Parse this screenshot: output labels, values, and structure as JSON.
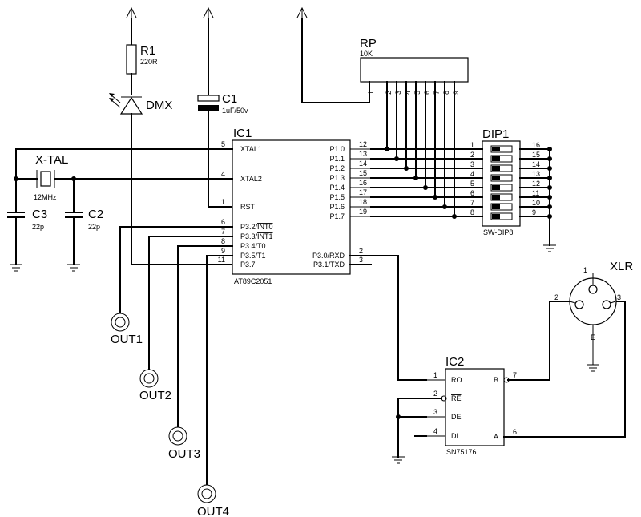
{
  "r1": {
    "ref": "R1",
    "value": "220R"
  },
  "c1": {
    "ref": "C1",
    "value": "1uF/50v"
  },
  "led": {
    "ref": "DMX"
  },
  "rp": {
    "ref": "RP",
    "value": "10K",
    "pins": [
      "1",
      "2",
      "3",
      "4",
      "5",
      "6",
      "7",
      "8",
      "9"
    ]
  },
  "xtal": {
    "ref": "X-TAL",
    "value": "12MHz"
  },
  "c3": {
    "ref": "C3",
    "value": "22p"
  },
  "c2": {
    "ref": "C2",
    "value": "22p"
  },
  "ic1": {
    "ref": "IC1",
    "part": "AT89C2051",
    "left_pins": [
      {
        "num": "5",
        "name": "XTAL1"
      },
      {
        "num": "4",
        "name": "XTAL2"
      },
      {
        "num": "1",
        "name": "RST"
      },
      {
        "num": "6",
        "name": "P3.2/INT0"
      },
      {
        "num": "7",
        "name": "P3.3/INT1"
      },
      {
        "num": "8",
        "name": "P3.4/T0"
      },
      {
        "num": "9",
        "name": "P3.5/T1"
      },
      {
        "num": "11",
        "name": "P3.7"
      }
    ],
    "right_pins": [
      {
        "num": "12",
        "name": "P1.0"
      },
      {
        "num": "13",
        "name": "P1.1"
      },
      {
        "num": "14",
        "name": "P1.2"
      },
      {
        "num": "15",
        "name": "P1.3"
      },
      {
        "num": "16",
        "name": "P1.4"
      },
      {
        "num": "17",
        "name": "P1.5"
      },
      {
        "num": "18",
        "name": "P1.6"
      },
      {
        "num": "19",
        "name": "P1.7"
      },
      {
        "num": "2",
        "name": "P3.0/RXD"
      },
      {
        "num": "3",
        "name": "P3.1/TXD"
      }
    ]
  },
  "dip1": {
    "ref": "DIP1",
    "part": "SW-DIP8",
    "left_pins": [
      "1",
      "2",
      "3",
      "4",
      "5",
      "6",
      "7",
      "8"
    ],
    "right_pins": [
      "16",
      "15",
      "14",
      "13",
      "12",
      "11",
      "10",
      "9"
    ]
  },
  "ic2": {
    "ref": "IC2",
    "part": "SN75176",
    "left_pins": [
      {
        "num": "1",
        "name": "RO"
      },
      {
        "num": "2",
        "name": "RE"
      },
      {
        "num": "3",
        "name": "DE"
      },
      {
        "num": "4",
        "name": "DI"
      }
    ],
    "right_pins": [
      {
        "num": "7",
        "name": "B"
      },
      {
        "num": "6",
        "name": "A"
      }
    ]
  },
  "xlr": {
    "ref": "XLR",
    "pins": [
      "1",
      "2",
      "3"
    ],
    "e_label": "E"
  },
  "outputs": [
    "OUT1",
    "OUT2",
    "OUT3",
    "OUT4"
  ]
}
